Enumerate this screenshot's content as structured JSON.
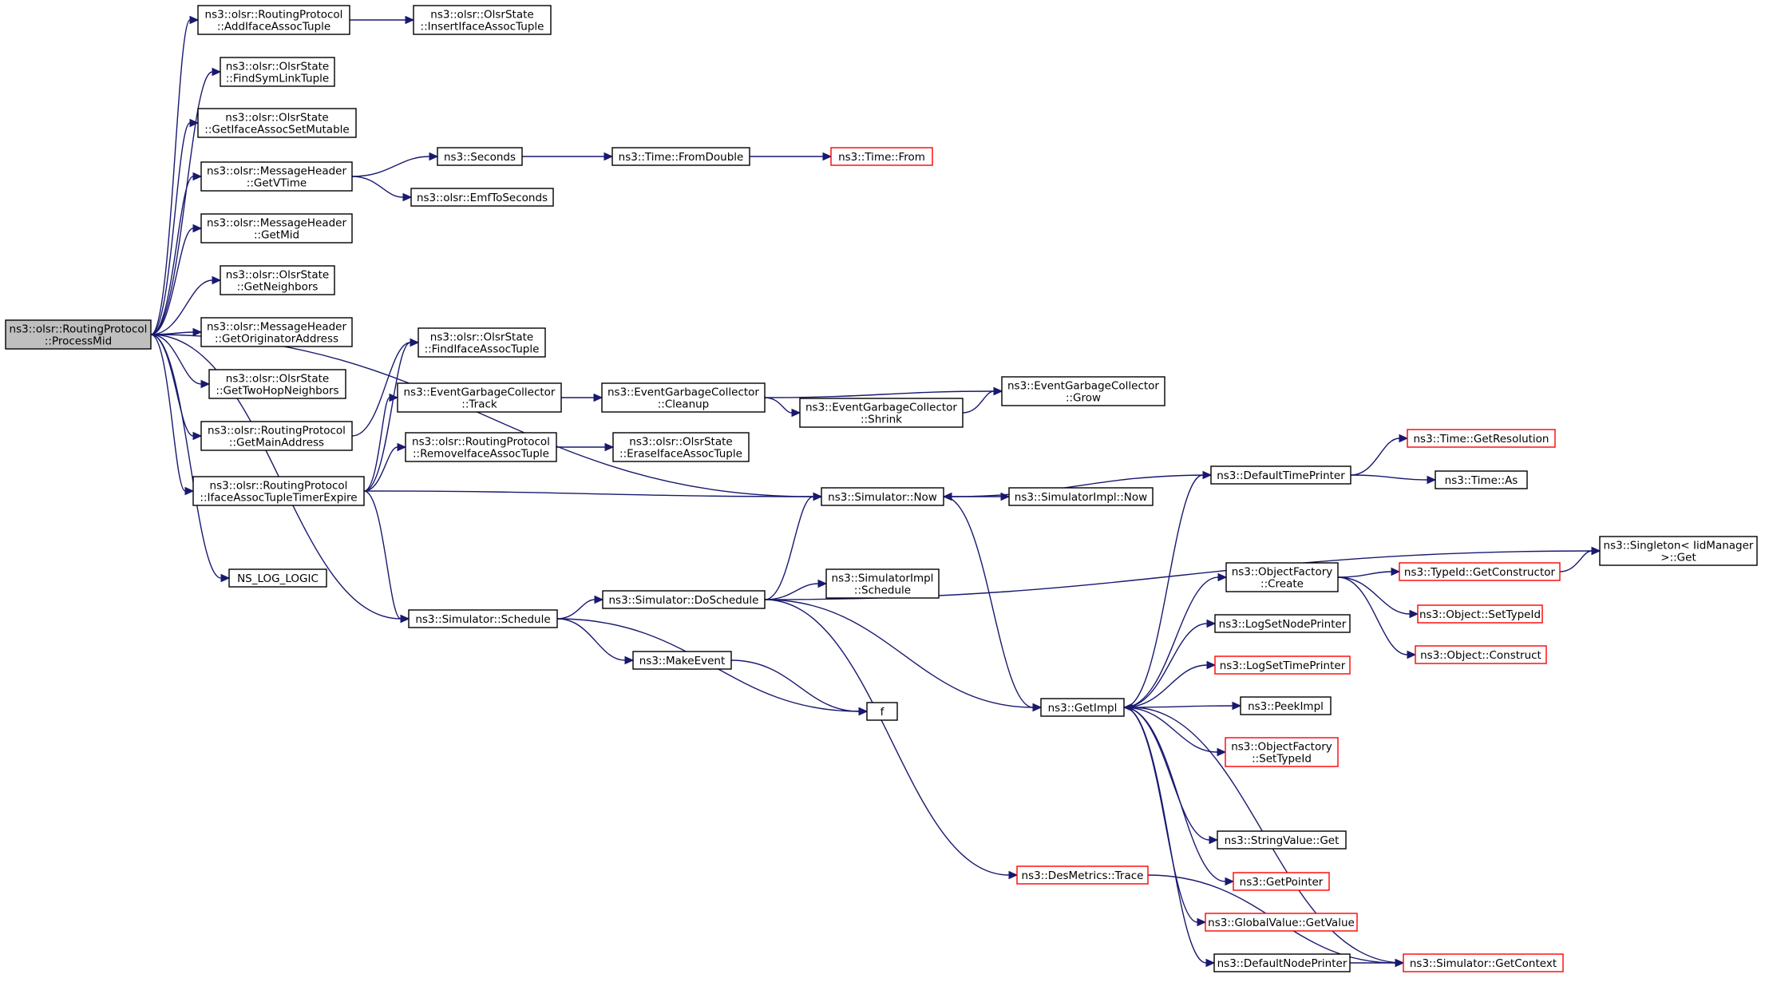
{
  "graph": {
    "nodes": [
      {
        "id": "root",
        "lines": [
          "ns3::olsr::RoutingProtocol",
          "::ProcessMid"
        ],
        "root": true
      },
      {
        "id": "addIface",
        "lines": [
          "ns3::olsr::RoutingProtocol",
          "::AddIfaceAssocTuple"
        ]
      },
      {
        "id": "insertIface",
        "lines": [
          "ns3::olsr::OlsrState",
          "::InsertIfaceAssocTuple"
        ]
      },
      {
        "id": "findSym",
        "lines": [
          "ns3::olsr::OlsrState",
          "::FindSymLinkTuple"
        ]
      },
      {
        "id": "getIfaceSet",
        "lines": [
          "ns3::olsr::OlsrState",
          "::GetIfaceAssocSetMutable"
        ]
      },
      {
        "id": "getVTime",
        "lines": [
          "ns3::olsr::MessageHeader",
          "::GetVTime"
        ]
      },
      {
        "id": "seconds",
        "lines": [
          "ns3::Seconds"
        ]
      },
      {
        "id": "fromDouble",
        "lines": [
          "ns3::Time::FromDouble"
        ]
      },
      {
        "id": "timeFrom",
        "lines": [
          "ns3::Time::From"
        ],
        "truncated": true
      },
      {
        "id": "emfToSeconds",
        "lines": [
          "ns3::olsr::EmfToSeconds"
        ]
      },
      {
        "id": "getMid",
        "lines": [
          "ns3::olsr::MessageHeader",
          "::GetMid"
        ]
      },
      {
        "id": "getNeighbors",
        "lines": [
          "ns3::olsr::OlsrState",
          "::GetNeighbors"
        ]
      },
      {
        "id": "getOrig",
        "lines": [
          "ns3::olsr::MessageHeader",
          "::GetOriginatorAddress"
        ]
      },
      {
        "id": "findIface",
        "lines": [
          "ns3::olsr::OlsrState",
          "::FindIfaceAssocTuple"
        ]
      },
      {
        "id": "getTwoHop",
        "lines": [
          "ns3::olsr::OlsrState",
          "::GetTwoHopNeighbors"
        ]
      },
      {
        "id": "egcTrack",
        "lines": [
          "ns3::EventGarbageCollector",
          "::Track"
        ]
      },
      {
        "id": "egcCleanup",
        "lines": [
          "ns3::EventGarbageCollector",
          "::Cleanup"
        ]
      },
      {
        "id": "egcGrow",
        "lines": [
          "ns3::EventGarbageCollector",
          "::Grow"
        ]
      },
      {
        "id": "egcShrink",
        "lines": [
          "ns3::EventGarbageCollector",
          "::Shrink"
        ]
      },
      {
        "id": "getMainAddr",
        "lines": [
          "ns3::olsr::RoutingProtocol",
          "::GetMainAddress"
        ]
      },
      {
        "id": "removeIface",
        "lines": [
          "ns3::olsr::RoutingProtocol",
          "::RemoveIfaceAssocTuple"
        ]
      },
      {
        "id": "eraseIface",
        "lines": [
          "ns3::olsr::OlsrState",
          "::EraseIfaceAssocTuple"
        ]
      },
      {
        "id": "timeGetRes",
        "lines": [
          "ns3::Time::GetResolution"
        ],
        "truncated": true
      },
      {
        "id": "defTimePrinter",
        "lines": [
          "ns3::DefaultTimePrinter"
        ]
      },
      {
        "id": "timeAs",
        "lines": [
          "ns3::Time::As"
        ]
      },
      {
        "id": "ifaceExpire",
        "lines": [
          "ns3::olsr::RoutingProtocol",
          "::IfaceAssocTupleTimerExpire"
        ]
      },
      {
        "id": "simNow",
        "lines": [
          "ns3::Simulator::Now"
        ]
      },
      {
        "id": "simImplNow",
        "lines": [
          "ns3::SimulatorImpl::Now"
        ]
      },
      {
        "id": "singletonGet",
        "lines": [
          "ns3::Singleton< IidManager",
          ">::Get"
        ]
      },
      {
        "id": "objFactCreate",
        "lines": [
          "ns3::ObjectFactory",
          "::Create"
        ]
      },
      {
        "id": "typeIdGetCtor",
        "lines": [
          "ns3::TypeId::GetConstructor"
        ],
        "truncated": true
      },
      {
        "id": "nsLogLogic",
        "lines": [
          "NS_LOG_LOGIC"
        ]
      },
      {
        "id": "simImplSchedule",
        "lines": [
          "ns3::SimulatorImpl",
          "::Schedule"
        ]
      },
      {
        "id": "simDoSchedule",
        "lines": [
          "ns3::Simulator::DoSchedule"
        ]
      },
      {
        "id": "objSetTypeId",
        "lines": [
          "ns3::Object::SetTypeId"
        ],
        "truncated": true
      },
      {
        "id": "simSchedule",
        "lines": [
          "ns3::Simulator::Schedule"
        ]
      },
      {
        "id": "logSetNodePrinter",
        "lines": [
          "ns3::LogSetNodePrinter"
        ]
      },
      {
        "id": "objConstruct",
        "lines": [
          "ns3::Object::Construct"
        ],
        "truncated": true
      },
      {
        "id": "makeEvent",
        "lines": [
          "ns3::MakeEvent"
        ]
      },
      {
        "id": "logSetTimePrinter",
        "lines": [
          "ns3::LogSetTimePrinter"
        ],
        "truncated": true
      },
      {
        "id": "f",
        "lines": [
          "f"
        ]
      },
      {
        "id": "getImpl",
        "lines": [
          "ns3::GetImpl"
        ]
      },
      {
        "id": "peekImpl",
        "lines": [
          "ns3::PeekImpl"
        ]
      },
      {
        "id": "objFactSetTypeId",
        "lines": [
          "ns3::ObjectFactory",
          "::SetTypeId"
        ],
        "truncated": true
      },
      {
        "id": "stringValueGet",
        "lines": [
          "ns3::StringValue::Get"
        ]
      },
      {
        "id": "desMetricsTrace",
        "lines": [
          "ns3::DesMetrics::Trace"
        ],
        "truncated": true
      },
      {
        "id": "getPointer",
        "lines": [
          "ns3::GetPointer"
        ],
        "truncated": true
      },
      {
        "id": "globalValueGetValue",
        "lines": [
          "ns3::GlobalValue::GetValue"
        ],
        "truncated": true
      },
      {
        "id": "defNodePrinter",
        "lines": [
          "ns3::DefaultNodePrinter"
        ]
      },
      {
        "id": "simGetContext",
        "lines": [
          "ns3::Simulator::GetContext"
        ],
        "truncated": true
      }
    ],
    "edges": [
      [
        "root",
        "addIface"
      ],
      [
        "addIface",
        "insertIface"
      ],
      [
        "root",
        "findSym"
      ],
      [
        "root",
        "getIfaceSet"
      ],
      [
        "root",
        "getVTime"
      ],
      [
        "getVTime",
        "seconds"
      ],
      [
        "seconds",
        "fromDouble"
      ],
      [
        "fromDouble",
        "timeFrom"
      ],
      [
        "getVTime",
        "emfToSeconds"
      ],
      [
        "root",
        "getMid"
      ],
      [
        "root",
        "getNeighbors"
      ],
      [
        "root",
        "getOrig"
      ],
      [
        "root",
        "getTwoHop"
      ],
      [
        "root",
        "getMainAddr"
      ],
      [
        "getMainAddr",
        "findIface"
      ],
      [
        "root",
        "ifaceExpire"
      ],
      [
        "ifaceExpire",
        "findIface"
      ],
      [
        "ifaceExpire",
        "egcTrack"
      ],
      [
        "ifaceExpire",
        "removeIface"
      ],
      [
        "ifaceExpire",
        "simNow"
      ],
      [
        "ifaceExpire",
        "simSchedule"
      ],
      [
        "egcTrack",
        "egcCleanup"
      ],
      [
        "egcCleanup",
        "egcGrow"
      ],
      [
        "egcCleanup",
        "egcShrink"
      ],
      [
        "egcShrink",
        "egcGrow"
      ],
      [
        "removeIface",
        "eraseIface"
      ],
      [
        "root",
        "simNow"
      ],
      [
        "root",
        "nsLogLogic"
      ],
      [
        "root",
        "simSchedule"
      ],
      [
        "simNow",
        "simImplNow"
      ],
      [
        "simNow",
        "getImpl"
      ],
      [
        "defTimePrinter",
        "simNow"
      ],
      [
        "defTimePrinter",
        "timeGetRes"
      ],
      [
        "defTimePrinter",
        "timeAs"
      ],
      [
        "simSchedule",
        "simDoSchedule"
      ],
      [
        "simSchedule",
        "makeEvent"
      ],
      [
        "simSchedule",
        "f"
      ],
      [
        "makeEvent",
        "f"
      ],
      [
        "simDoSchedule",
        "simNow"
      ],
      [
        "simDoSchedule",
        "singletonGet"
      ],
      [
        "simDoSchedule",
        "simImplSchedule"
      ],
      [
        "simDoSchedule",
        "getImpl"
      ],
      [
        "simDoSchedule",
        "desMetricsTrace"
      ],
      [
        "getImpl",
        "defTimePrinter"
      ],
      [
        "getImpl",
        "objFactCreate"
      ],
      [
        "getImpl",
        "logSetNodePrinter"
      ],
      [
        "getImpl",
        "logSetTimePrinter"
      ],
      [
        "getImpl",
        "peekImpl"
      ],
      [
        "getImpl",
        "objFactSetTypeId"
      ],
      [
        "getImpl",
        "stringValueGet"
      ],
      [
        "getImpl",
        "getPointer"
      ],
      [
        "getImpl",
        "globalValueGetValue"
      ],
      [
        "getImpl",
        "defNodePrinter"
      ],
      [
        "objFactCreate",
        "typeIdGetCtor"
      ],
      [
        "objFactCreate",
        "objSetTypeId"
      ],
      [
        "objFactCreate",
        "objConstruct"
      ],
      [
        "typeIdGetCtor",
        "singletonGet"
      ],
      [
        "defNodePrinter",
        "simGetContext"
      ],
      [
        "desMetricsTrace",
        "simGetContext"
      ],
      [
        "simGetContext",
        "getImpl"
      ]
    ]
  }
}
